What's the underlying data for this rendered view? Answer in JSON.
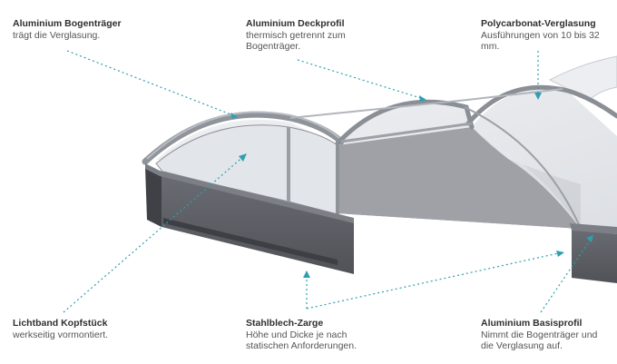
{
  "colors": {
    "leader": "#2e9fb2",
    "steel": "#5d5f66",
    "steel_dark": "#45474d",
    "aluminium": "#9a9ea5",
    "glazing": "#e4e6ea"
  },
  "labels": {
    "bogentraeger": {
      "title": "Aluminium Bogenträger",
      "desc": "trägt die Verglasung."
    },
    "deckprofil": {
      "title": "Aluminium Deckprofil",
      "desc": "thermisch getrennt zum\nBogenträger."
    },
    "polycarbonat": {
      "title": "Polycarbonat-Verglasung",
      "desc": "Ausführungen von 10 bis 32 mm."
    },
    "kopfstueck": {
      "title": "Lichtband Kopfstück",
      "desc": "werkseitig vormontiert."
    },
    "zarge": {
      "title": "Stahlblech-Zarge",
      "desc": "Höhe und Dicke je nach\nstatischen Anforderungen."
    },
    "basisprofil": {
      "title": "Aluminium Basisprofil",
      "desc": "Nimmt die Bogenträger und\ndie Verglasung auf."
    }
  }
}
